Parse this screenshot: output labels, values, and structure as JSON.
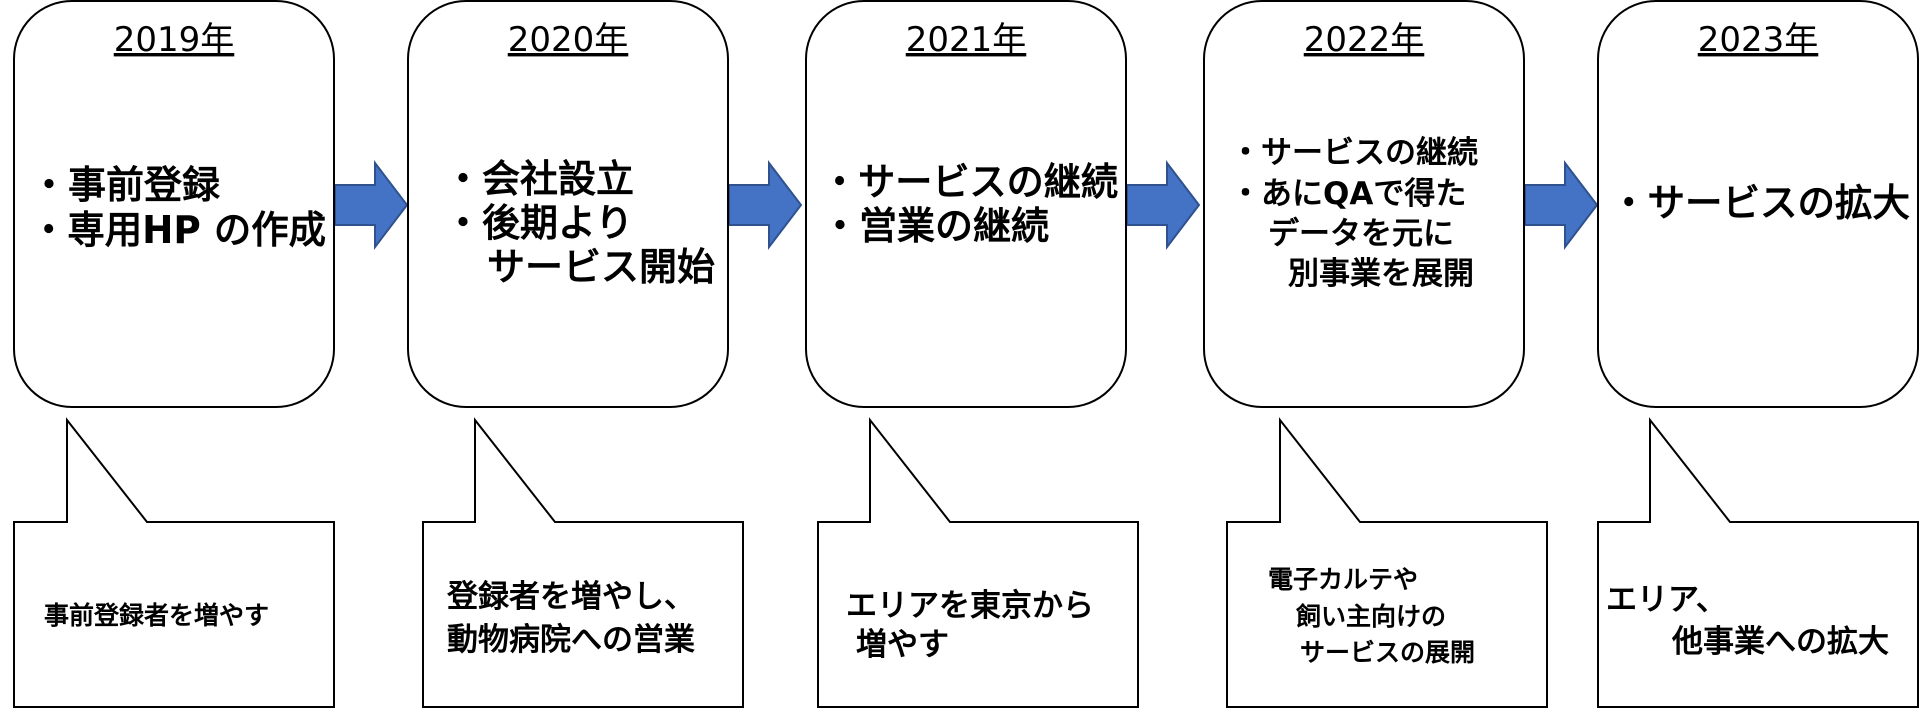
{
  "timeline": [
    {
      "year": "2019年",
      "box_lines": [
        "・事前登録",
        "・専用HP の作成"
      ],
      "callout_lines": [
        "事前登録者を増やす"
      ]
    },
    {
      "year": "2020年",
      "box_lines": [
        "・会社設立",
        "・後期より",
        "サービス開始"
      ],
      "callout_lines": [
        "登録者を増やし、",
        "動物病院への営業"
      ]
    },
    {
      "year": "2021年",
      "box_lines": [
        "・サービスの継続",
        "・営業の継続"
      ],
      "callout_lines": [
        "エリアを東京から",
        "増やす"
      ]
    },
    {
      "year": "2022年",
      "box_lines": [
        "・サービスの継続",
        "・あにQAで得た",
        "データを元に",
        "別事業を展開"
      ],
      "callout_lines": [
        "電子カルテや",
        "飼い主向けの",
        "サービスの展開"
      ]
    },
    {
      "year": "2023年",
      "box_lines": [
        "・サービスの拡大"
      ],
      "callout_lines": [
        "エリア、",
        "他事業への拡大"
      ]
    }
  ],
  "colors": {
    "arrow": "#4472C4",
    "arrow_outline": "#2F528F",
    "stroke": "#000000"
  }
}
